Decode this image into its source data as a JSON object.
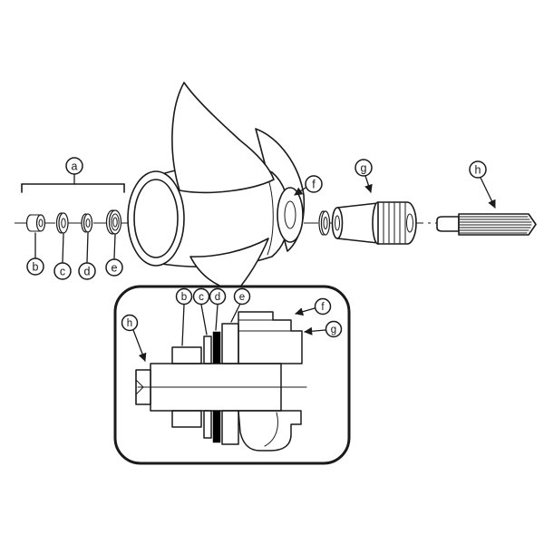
{
  "diagram": {
    "callouts": {
      "a": "a",
      "b": "b",
      "c": "c",
      "d": "d",
      "e": "e",
      "f": "f",
      "g": "g",
      "h": "h"
    },
    "colors": {
      "line": "#1a1a1a",
      "background": "#ffffff",
      "solid_fill": "#000000"
    }
  }
}
